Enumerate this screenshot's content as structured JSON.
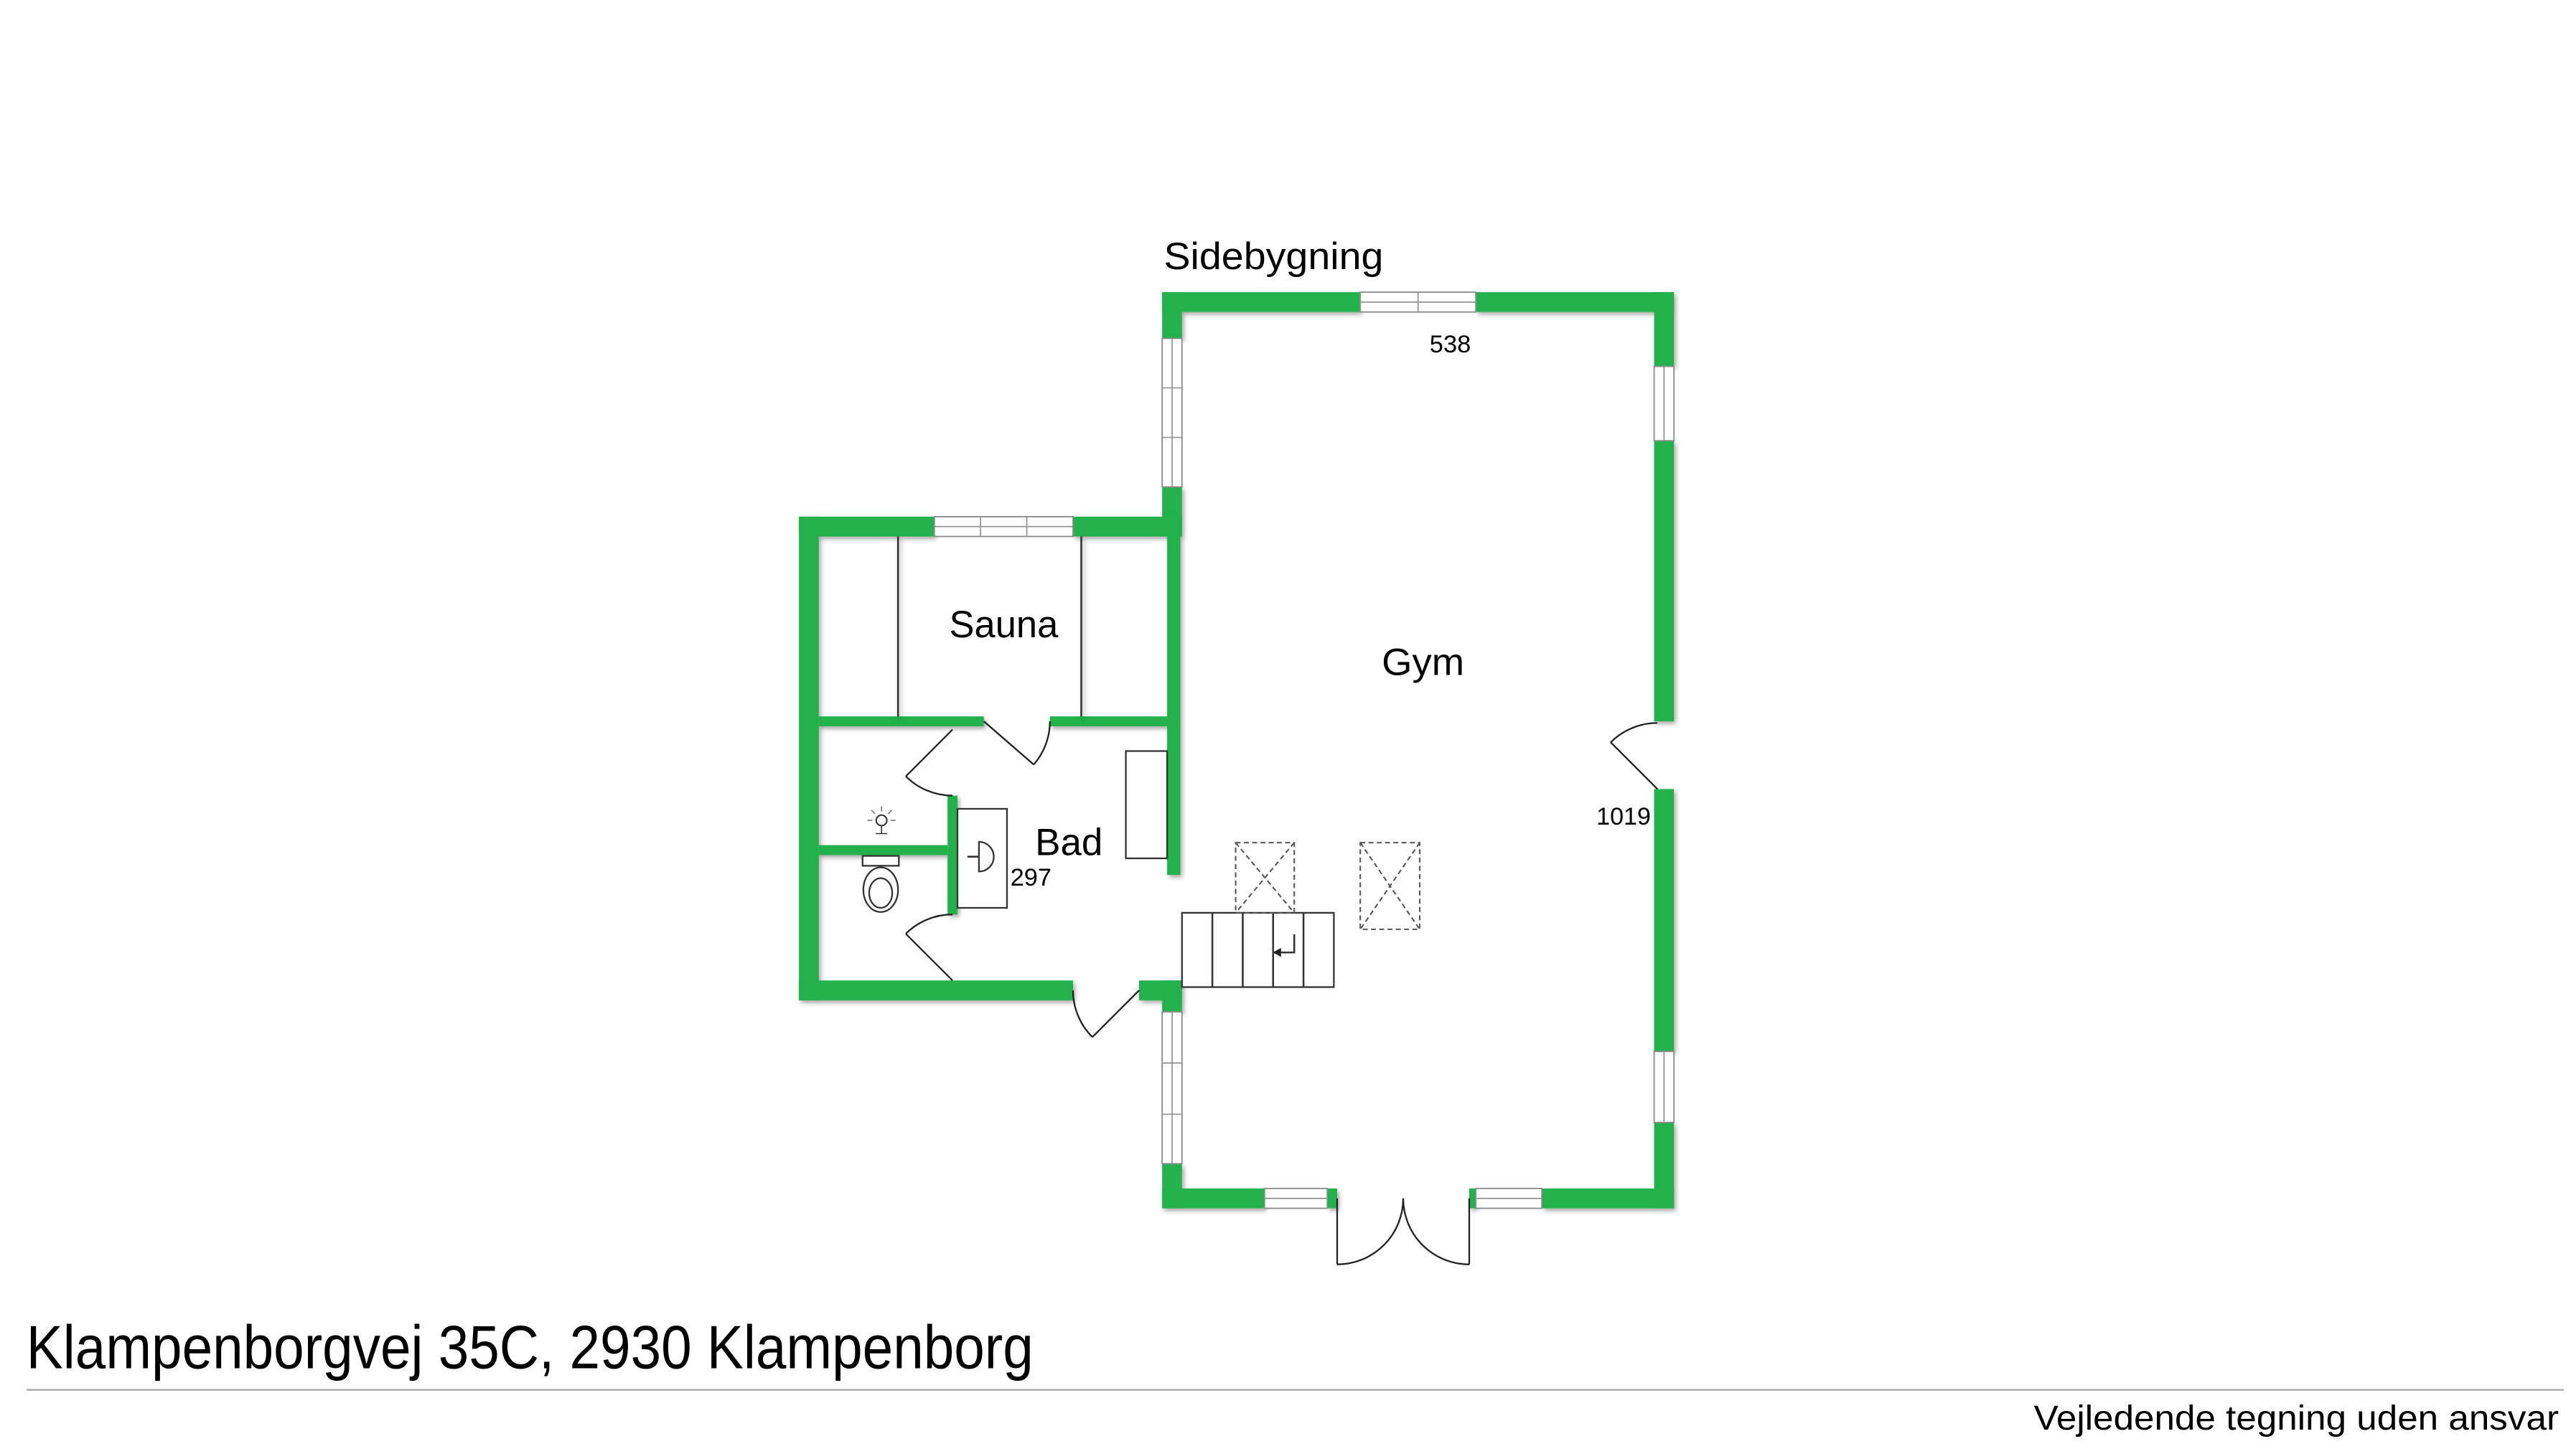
{
  "plan": {
    "building_label": "Sidebygning",
    "rooms": {
      "gym": "Gym",
      "sauna": "Sauna",
      "bad": "Bad"
    },
    "dimensions": {
      "gym_top": "538",
      "gym_right": "1019",
      "bad": "297"
    }
  },
  "footer": {
    "address": "Klampenborgvej 35C, 2930 Klampenborg",
    "disclaimer": "Vejledende tegning uden ansvar"
  },
  "colors": {
    "wall": "#22B14C",
    "line": "#222222",
    "window": "#8C8C8C",
    "rule": "#A6A6A6",
    "text": "#000000"
  },
  "icons": {
    "toilet": "toilet-icon",
    "sink": "sink-icon",
    "lamp": "lamp-icon",
    "stairs_arrow": "arrow-left-icon"
  }
}
